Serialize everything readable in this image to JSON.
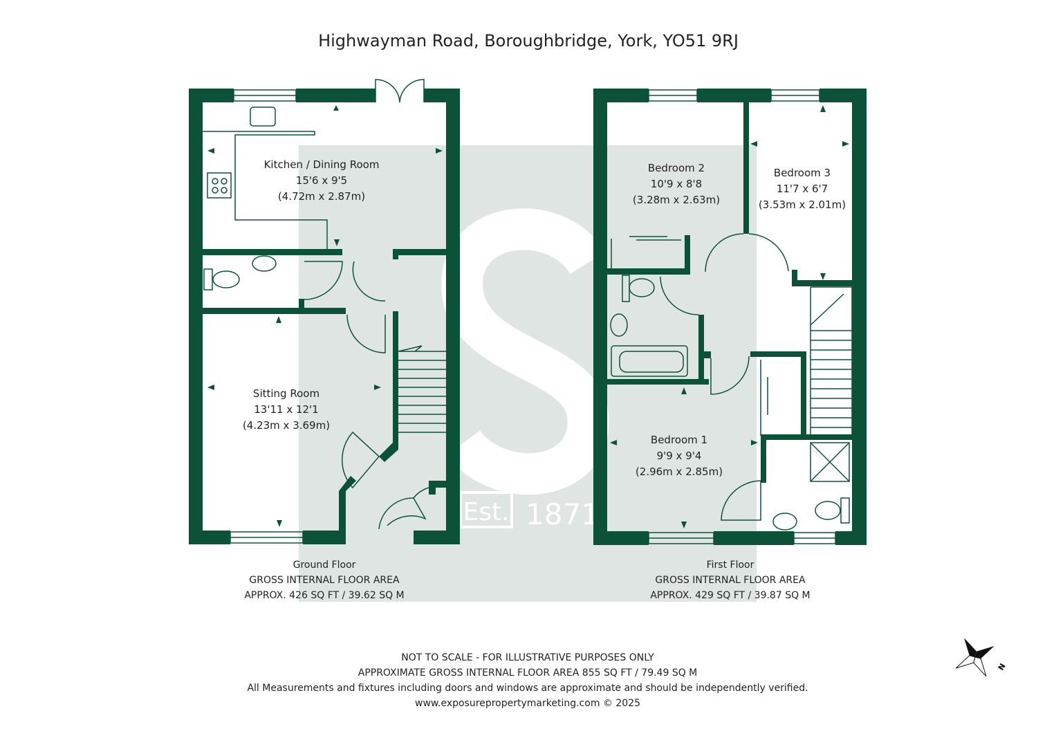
{
  "title": "Highwayman Road, Boroughbridge, York, YO51 9RJ",
  "colors": {
    "wall": "#0b5238",
    "watermark": "#dfe5e2"
  },
  "watermark": {
    "text": "Est. 1871",
    "letter": "S"
  },
  "ground_floor": {
    "rooms": [
      {
        "name": "Kitchen / Dining Room",
        "imperial": "15'6 x 9'5",
        "metric": "(4.72m x 2.87m)"
      },
      {
        "name": "Sitting Room",
        "imperial": "13'11 x 12'1",
        "metric": "(4.23m x 3.69m)"
      }
    ],
    "label": "Ground Floor",
    "area_label": "GROSS INTERNAL FLOOR AREA",
    "area": "APPROX. 426 SQ FT / 39.62 SQ M"
  },
  "first_floor": {
    "rooms": [
      {
        "name": "Bedroom 2",
        "imperial": "10'9 x 8'8",
        "metric": "(3.28m x 2.63m)"
      },
      {
        "name": "Bedroom 3",
        "imperial": "11'7 x 6'7",
        "metric": "(3.53m x 2.01m)"
      },
      {
        "name": "Bedroom 1",
        "imperial": "9'9 x 9'4",
        "metric": "(2.96m x 2.85m)"
      }
    ],
    "label": "First Floor",
    "area_label": "GROSS INTERNAL FLOOR AREA",
    "area": "APPROX. 429 SQ FT / 39.87 SQ M"
  },
  "footer": {
    "line1": "NOT TO SCALE - FOR ILLUSTRATIVE PURPOSES ONLY",
    "line2": "APPROXIMATE GROSS INTERNAL FLOOR AREA 855 SQ FT / 79.49 SQ M",
    "line3": "All Measurements and fixtures including doors and windows are approximate and should be independently verified.",
    "line4": "www.exposurepropertymarketing.com © 2025"
  },
  "compass": {
    "icon": "compass-icon",
    "label": "N"
  }
}
